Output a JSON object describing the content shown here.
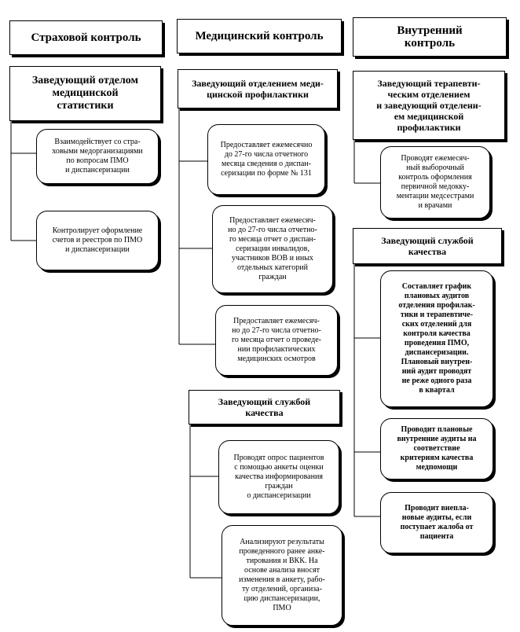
{
  "columns": {
    "insurance": {
      "header": "Страховой контроль",
      "manager": "Заведующий отделом\nмедицинской\nстатистики",
      "tasks": [
        "Взаимодействует со стра-\nховыми медорганизациями\nпо вопросам ПМО\nи диспансеризации",
        "Контролирует оформление\nсчетов и реестров по ПМО\nи диспансеризации"
      ]
    },
    "medical": {
      "header": "Медицинский контроль",
      "manager": "Заведующий отделением меди-\nцинской профилактики",
      "tasks": [
        "Предоставляет ежемесячно\nдо 27-го числа отчетного\nмесяца сведения о диспан-\nсеризации по форме № 131",
        "Предоставляет ежемесяч-\nно до 27-го числа отчетно-\nго месяца отчет о диспан-\nсеризации инвалидов,\nучастников ВОВ и иных\nотдельных категорий\nграждан",
        "Предоставляет ежемесяч-\nно до 27-го числа отчетно-\nго месяца отчет о проведе-\nнии профилактических\nмедицинских осмотров"
      ],
      "quality_manager": "Заведующий службой\nкачества",
      "quality_tasks": [
        "Проводят опрос пациентов\nс помощью анкеты оценки\nкачества информирования\nграждан\nо диспансеризации",
        "Анализируют результаты\nпроведенного ранее анке-\nтирования и ВКК. На\nоснове анализа вносят\nизменения в анкету, рабо-\nту отделений, организа-\nцию диспансеризации,\nПМО"
      ]
    },
    "internal": {
      "header": "Внутренний\nконтроль",
      "manager": "Заведующий терапевти-\nческим отделением\nи заведующий отделени-\nем медицинской\nпрофилактики",
      "tasks": [
        "Проводят ежемесяч-\nный выборочный\nконтроль оформления\nпервичной медокку-\nментации медсестрами\nи врачами"
      ],
      "quality_manager": "Заведующий службой\nкачества",
      "quality_tasks": [
        "Составляет график\nплановых аудитов\nотделения профилак-\nтики и терапевтиче-\nских отделений для\nконтроля качества\nпроведения ПМО,\nдиспансеризации.\nПлановый внутрен-\nний аудит проводят\nне реже одного раза\nв квартал",
        "Проводит плановые\nвнутренние аудиты на\nсоответствие\nкритериям качества\nмедпомощи",
        "Проводит внепла-\nновые аудиты, если\nпоступает жалоба от\nпациента"
      ]
    }
  }
}
